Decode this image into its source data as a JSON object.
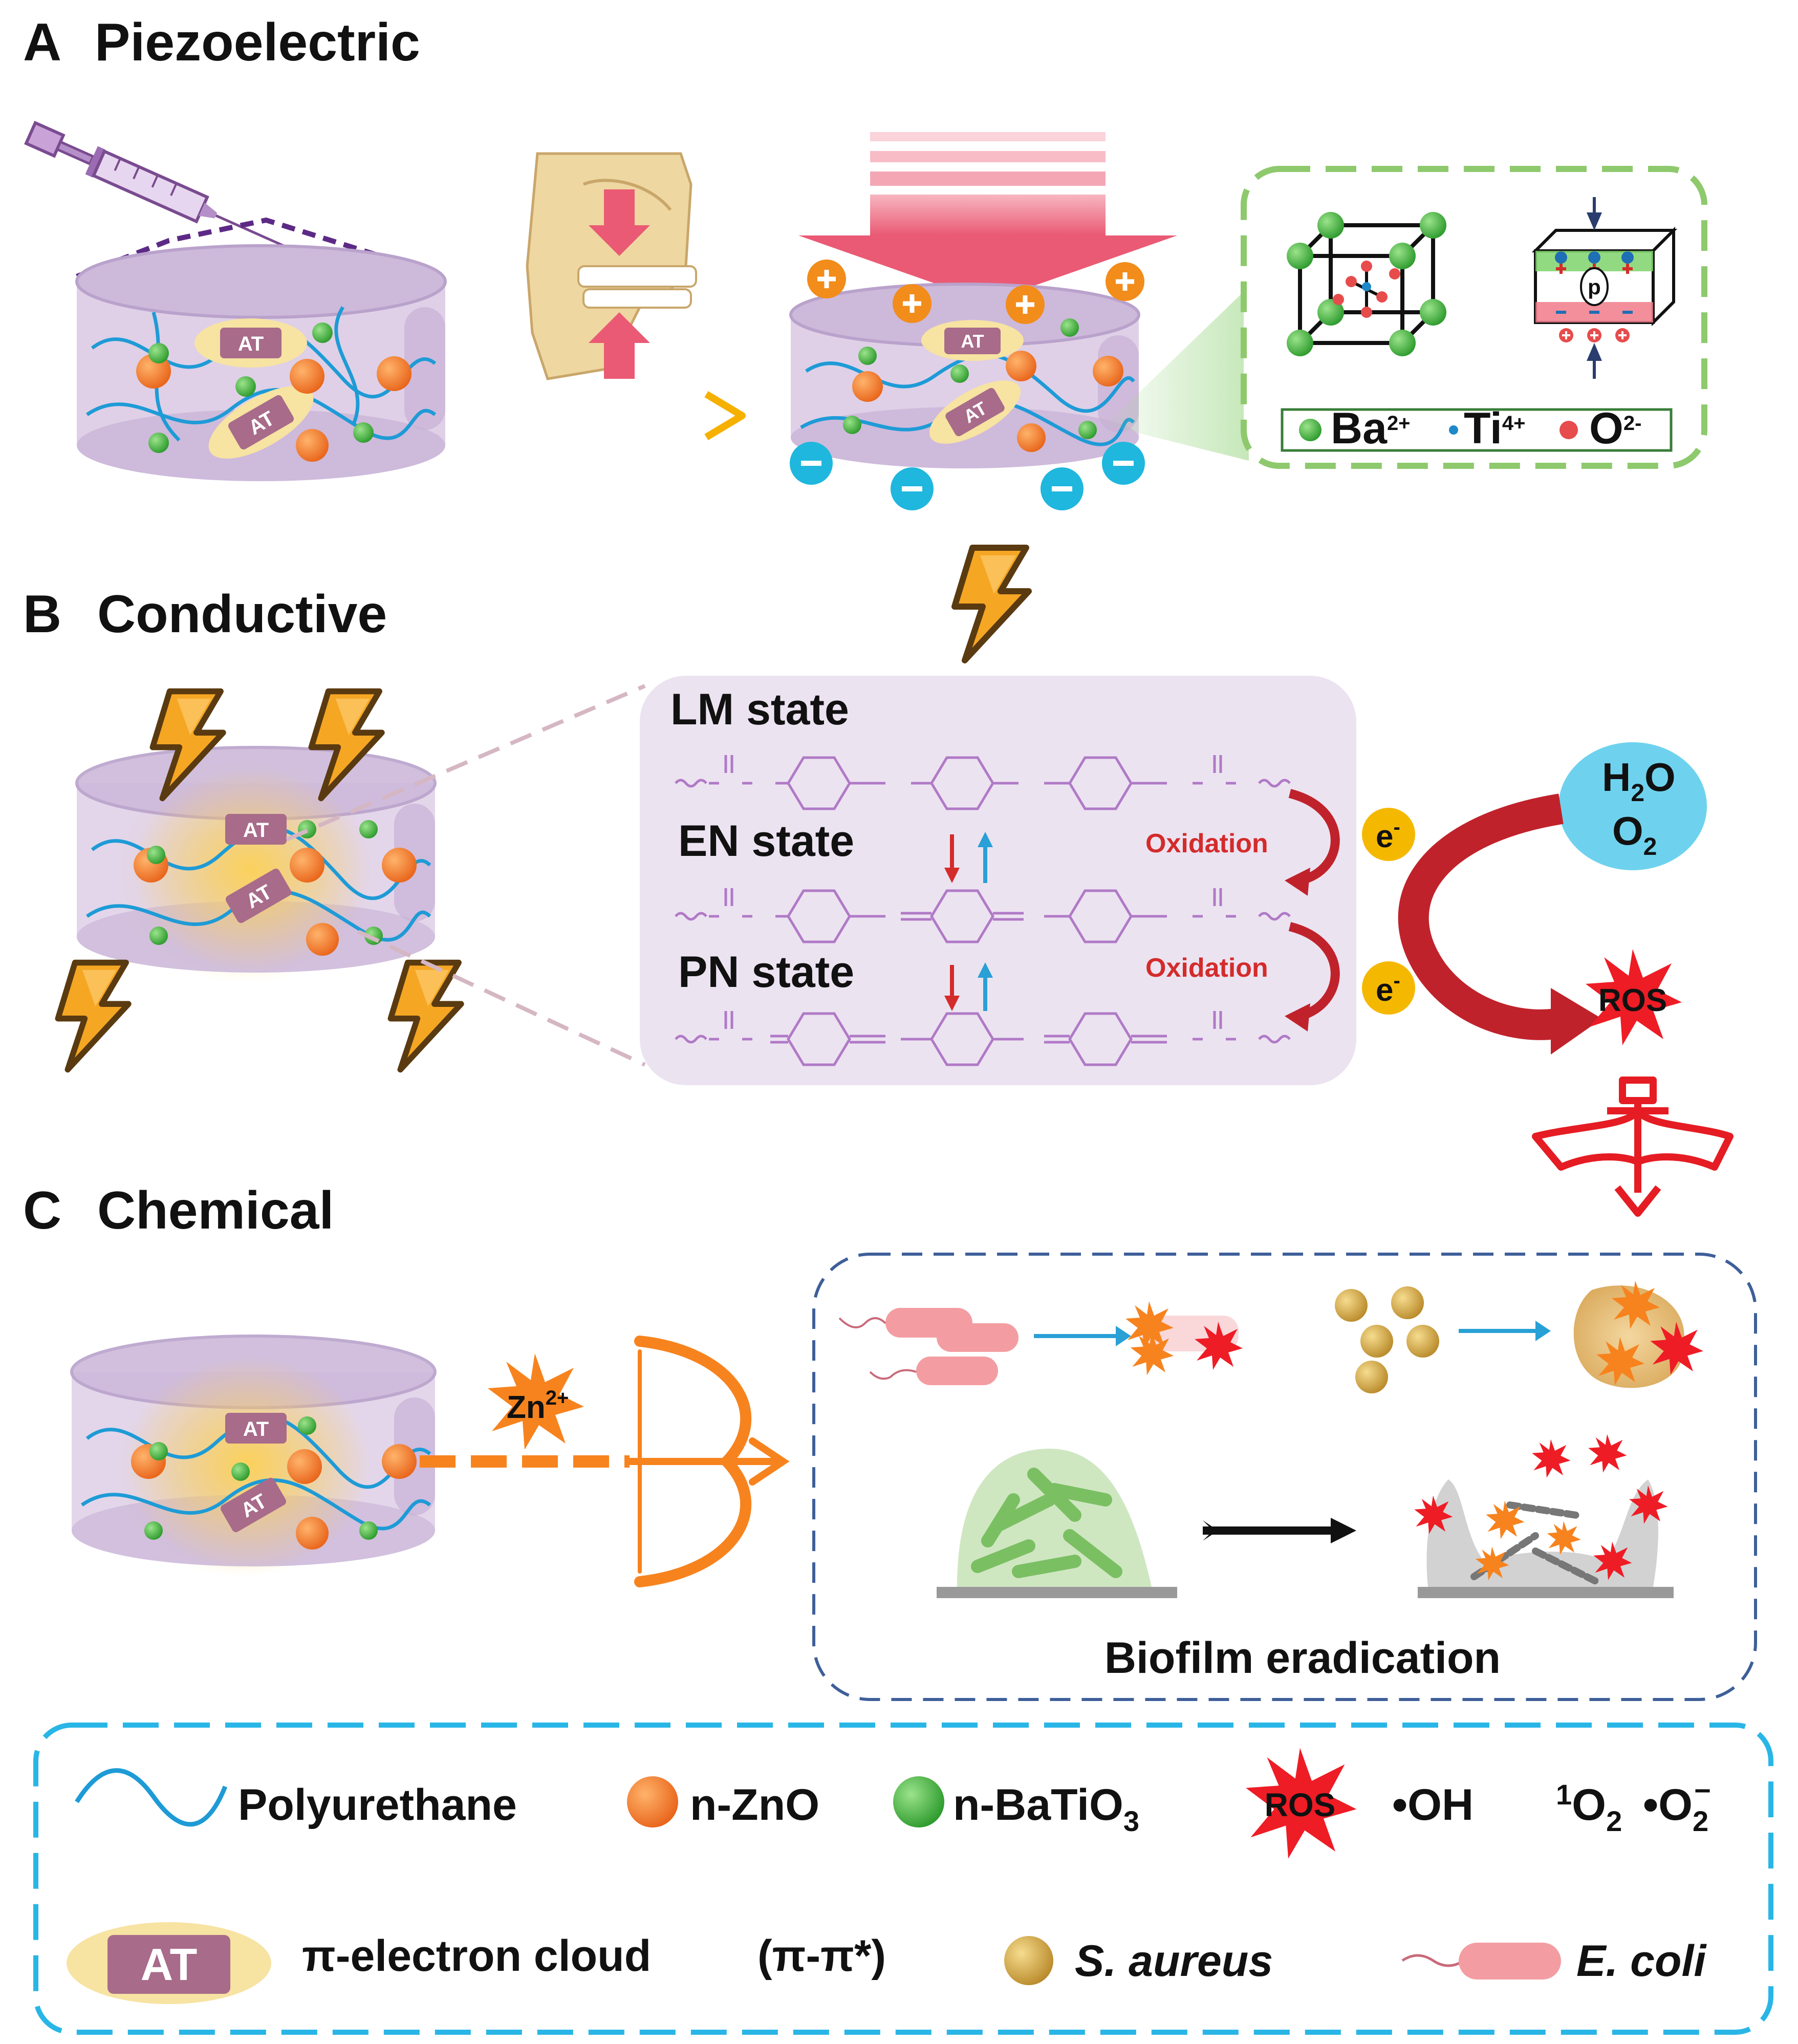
{
  "sections": {
    "a": {
      "letter": "A",
      "title": "Piezoelectric"
    },
    "b": {
      "letter": "B",
      "title": "Conductive"
    },
    "c": {
      "letter": "C",
      "title": "Chemical"
    }
  },
  "at_label": "AT",
  "crystal_legend": [
    {
      "ion": "Ba",
      "charge": "2+",
      "color": "#3cb371"
    },
    {
      "ion": "Ti",
      "charge": "4+",
      "color": "#1e88c8"
    },
    {
      "ion": "O",
      "charge": "2-",
      "color": "#e74c4c"
    }
  ],
  "polarization_label": "p",
  "states": [
    {
      "name": "LM state"
    },
    {
      "name": "EN state"
    },
    {
      "name": "PN state"
    }
  ],
  "oxidation_label": "Oxidation",
  "electron_label": "e",
  "electron_sup": "-",
  "reactants": {
    "line1_main": "H",
    "line1_sub": "2",
    "line1_end": "O",
    "line2_main": "O",
    "line2_sub": "2"
  },
  "ros_label": "ROS",
  "zinc": {
    "main": "Zn",
    "sup": "2+"
  },
  "biofilm_label": "Biofilm eradication",
  "legend": {
    "polyurethane": "Polyurethane",
    "zno": "n-ZnO",
    "batio_main": "n-BaTiO",
    "batio_sub": "3",
    "ros": "ROS",
    "oh": "•OH",
    "singlet_sup": "1",
    "singlet_main": "O",
    "singlet_sub": "2",
    "superoxide_main": "•O",
    "superoxide_sub": "2",
    "superoxide_sup": "−",
    "at": "AT",
    "pi_cloud": "π-electron cloud",
    "pi_transition": "(π-π*)",
    "saureus": "S. aureus",
    "ecoli": "E. coli"
  },
  "colors": {
    "scaffold": "#d9c8e3",
    "scaffold_edge": "#b9a2cb",
    "zno": "#f07a21",
    "batio": "#3aa83a",
    "positive": "#f28c1b",
    "negative": "#1fb7dd",
    "ros": "#ee1c25",
    "legend_border": "#29b6e6",
    "biofilm_border": "#3e5f99",
    "crystal_border": "#8ec96d",
    "lightning": "#f5a623"
  }
}
